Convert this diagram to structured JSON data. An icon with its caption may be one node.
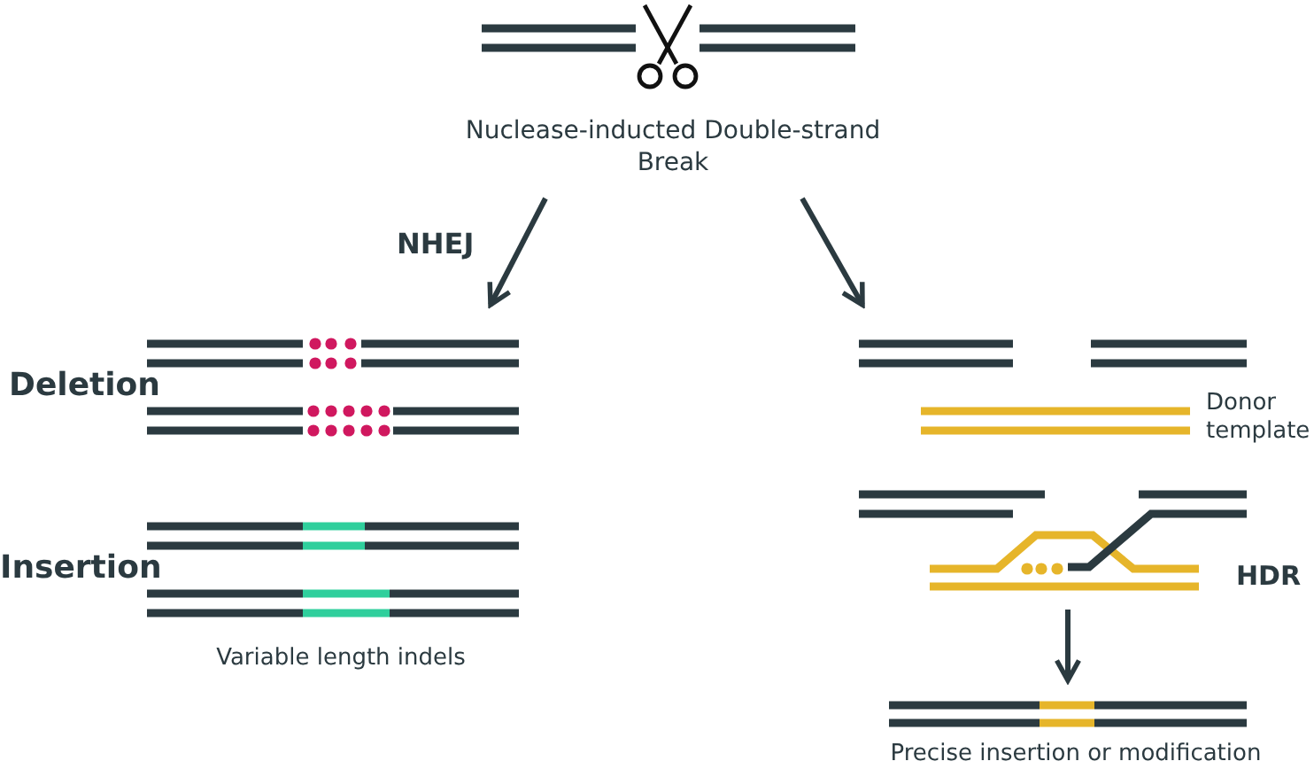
{
  "diagram": {
    "nodes": [
      {
        "text": [
          "Nuclease-inducted Double-strand Break"
        ]
      },
      {
        "text": [
          "Variable length indels"
        ]
      },
      {
        "text": [
          "Donor template",
          "HDR"
        ]
      },
      {
        "text": [
          "Precise insertion or modification"
        ]
      }
    ],
    "edges": [
      {
        "from": 0,
        "to": 1,
        "arrow": "to",
        "label": "NHEJ"
      },
      {
        "from": 0,
        "to": 2,
        "arrow": "to"
      },
      {
        "from": 2,
        "to": 3,
        "arrow": "to"
      }
    ],
    "labels": [
      "Deletion",
      "Insertion"
    ]
  }
}
